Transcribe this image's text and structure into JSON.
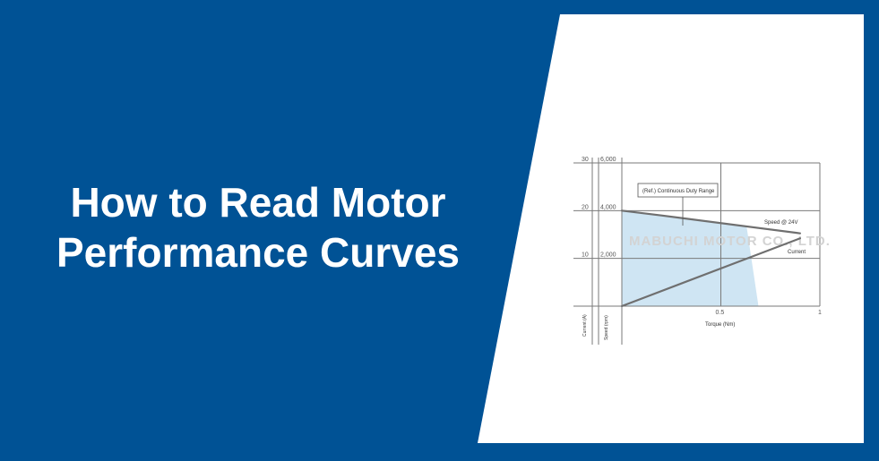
{
  "colors": {
    "background_blue": "#005295",
    "panel_white": "#ffffff",
    "grid_line": "#7a7a7a",
    "curve_line": "#6f6f6f",
    "duty_fill": "#cfe5f3",
    "watermark": "#d3d3d3",
    "text_gray": "#555555"
  },
  "banner": {
    "title_line1": "How to Read Motor",
    "title_line2": "Performance Curves"
  },
  "chart_data": {
    "type": "line",
    "xlabel": "Torque (Nm)",
    "ylabel_current": "Current (A)",
    "ylabel_speed": "Speed (rpm)",
    "xlim": [
      0,
      1
    ],
    "x_tick_labels": [
      "0.5",
      "1"
    ],
    "current_ylim": [
      0,
      30
    ],
    "current_tick_labels": [
      "30",
      "20",
      "10"
    ],
    "speed_ylim": [
      0,
      6000
    ],
    "speed_tick_labels": [
      "6,000",
      "4,000",
      "2,000"
    ],
    "annotation": "(Ref.) Continuous Duty Range",
    "watermark": "MABUCHI MOTOR CO., LTD.",
    "series": [
      {
        "name": "Speed @ 24V",
        "axis": "speed",
        "x": [
          0,
          0.2,
          0.9
        ],
        "values": [
          4000,
          3800,
          3050
        ]
      },
      {
        "name": "Current",
        "axis": "current",
        "x": [
          0,
          0.9
        ],
        "values": [
          0,
          14.2
        ]
      }
    ],
    "duty_range": {
      "x": [
        0,
        0,
        0.2,
        0.63,
        0.69
      ],
      "speed": [
        0,
        4000,
        3800,
        3340,
        0
      ]
    },
    "grid": true
  }
}
